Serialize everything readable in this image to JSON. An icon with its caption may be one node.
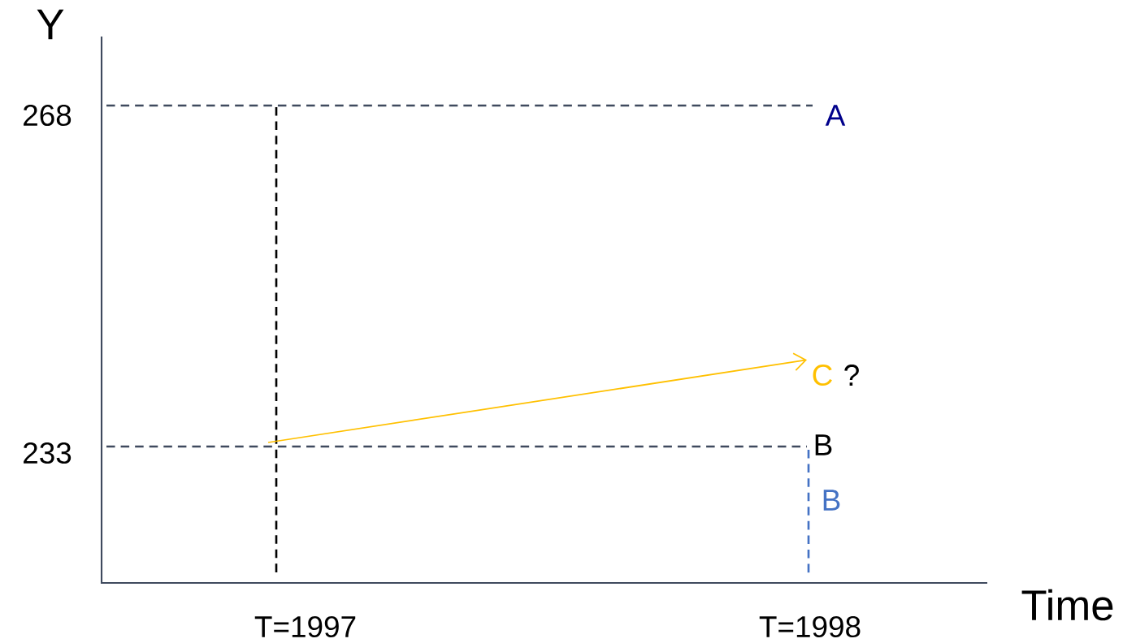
{
  "diagram": {
    "nodes": [
      {
        "text": [
          "A"
        ]
      },
      {
        "text": [
          "C"
        ]
      },
      {
        "text": [
          "B"
        ]
      },
      {
        "text": [
          "B"
        ]
      }
    ],
    "edges": [
      {
        "from": null,
        "to": 1,
        "arrow": "to",
        "color": "#ffc000"
      }
    ],
    "labels": [
      "Y",
      "268",
      "?",
      "233",
      "T=1997",
      "T=1998",
      "Time"
    ]
  }
}
